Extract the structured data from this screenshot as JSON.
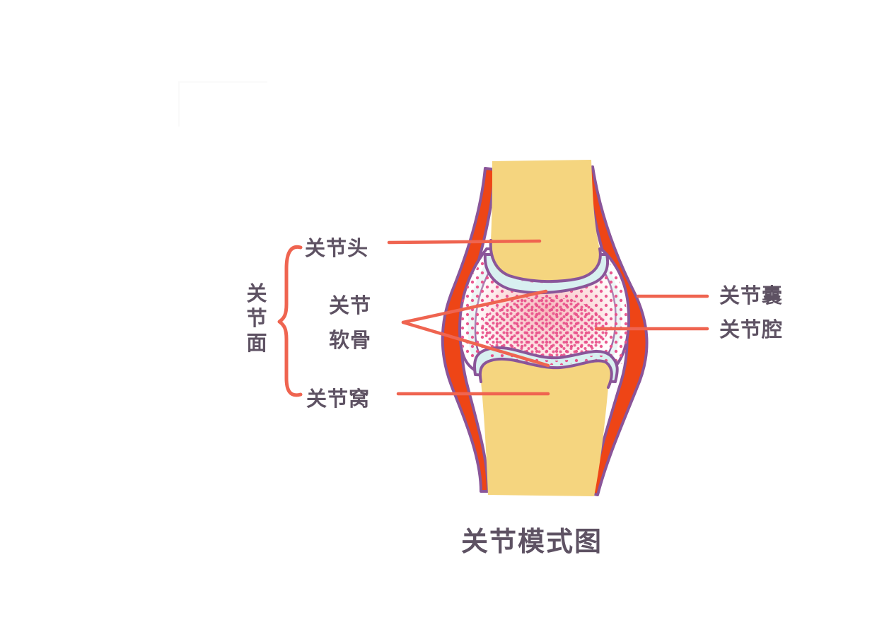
{
  "diagram": {
    "title": "关节模式图",
    "labels": {
      "articular_surface": [
        "关",
        "节",
        "面"
      ],
      "articular_head": "关节头",
      "articular_cartilage_line1": "关节",
      "articular_cartilage_line2": "软骨",
      "articular_fossa": "关节窝",
      "joint_capsule": "关节囊",
      "joint_cavity": "关节腔"
    },
    "colors": {
      "bone": "#f5d57f",
      "capsule": "#ee4516",
      "outline": "#8a5599",
      "cartilage": "#d8f0f0",
      "cavity_dots": "#e8508a",
      "cavity_glow": "#f9c6c6",
      "leader_lines": "#ef6450",
      "text": "#5e5263"
    }
  }
}
